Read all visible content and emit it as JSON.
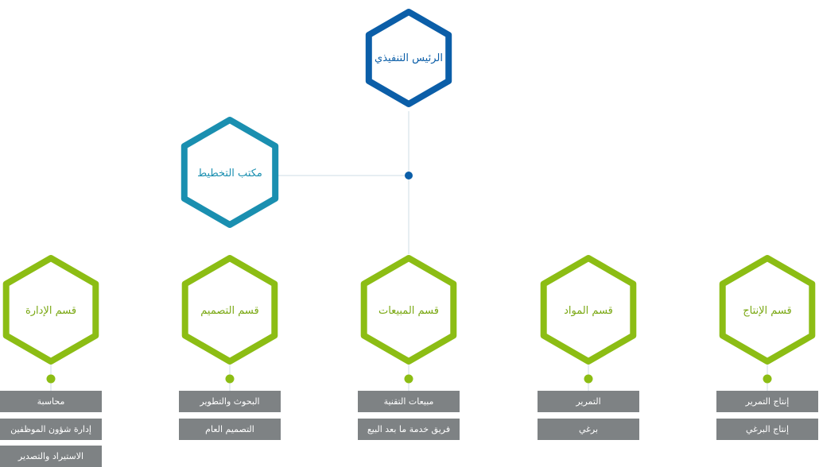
{
  "colors": {
    "executive": "#0b5ea8",
    "planning": "#1a8fb0",
    "department": "#8cbd14",
    "subunit_box": "#7e8284",
    "connector": "#d7e3ea"
  },
  "executive": {
    "label": "الرئيس التنفيذي"
  },
  "planning_office": {
    "label": "مكتب التخطيط"
  },
  "departments": [
    {
      "label": "قسم الإدارة",
      "units": [
        "محاسبة",
        "إدارة شؤون الموظفين",
        "الاستيراد والتصدير"
      ]
    },
    {
      "label": "قسم التصميم",
      "units": [
        "البحوث والتطوير",
        "التصميم العام"
      ]
    },
    {
      "label": "قسم المبيعات",
      "units": [
        "مبيعات التقنية",
        "فريق خدمة ما بعد البيع"
      ]
    },
    {
      "label": "قسم المواد",
      "units": [
        "التمرير",
        "برغي"
      ]
    },
    {
      "label": "قسم الإنتاج",
      "units": [
        "إنتاج التمرير",
        "إنتاج البرغي"
      ]
    }
  ]
}
